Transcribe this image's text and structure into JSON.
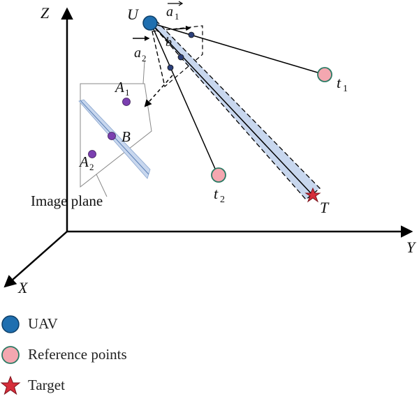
{
  "axes": {
    "z": "Z",
    "y": "Y",
    "x": "X"
  },
  "points": {
    "uav": "U",
    "target": "T",
    "ref1": "t",
    "ref1_sub": "1",
    "ref2": "t",
    "ref2_sub": "2",
    "a1": "A",
    "a1_sub": "1",
    "a2": "A",
    "a2_sub": "2",
    "b": "B"
  },
  "vectors": {
    "a1": "a",
    "a1_sub": "1",
    "a2": "a",
    "a2_sub": "2",
    "b": "b"
  },
  "image_plane_label": "Image plane",
  "legend": [
    {
      "label": "UAV",
      "symbol": "uav-circle",
      "color": "#1f6fb0"
    },
    {
      "label": "Reference points",
      "symbol": "reference-circle",
      "color": "#f4a7b0"
    },
    {
      "label": "Target",
      "symbol": "target-star",
      "color": "#d62d3a"
    }
  ]
}
